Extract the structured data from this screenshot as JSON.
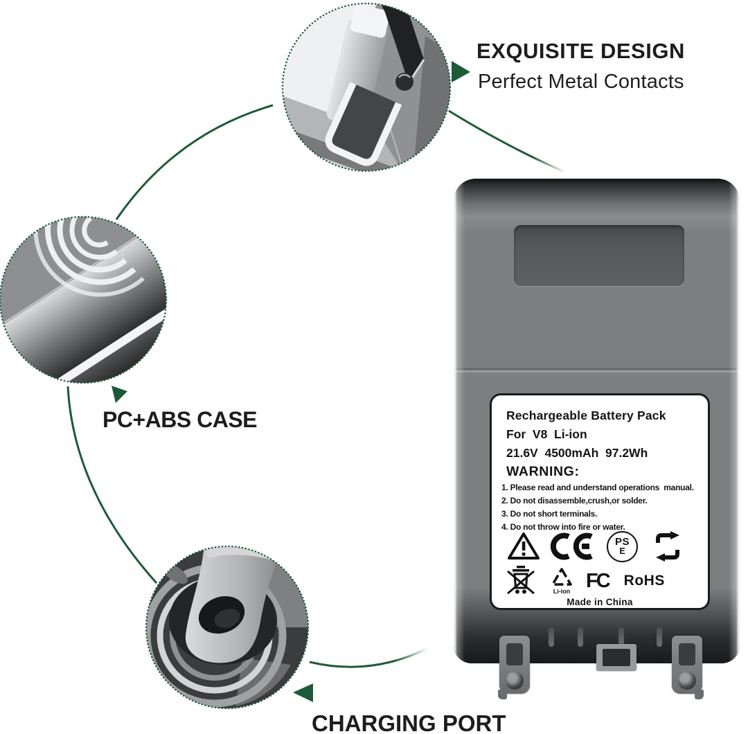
{
  "colors": {
    "accent_green": "#1d5a37",
    "text_dark": "#1d1d1d",
    "battery_gray": "#7c7e80",
    "label_background": "#ffffff",
    "label_border": "#1a1a1a"
  },
  "callouts": {
    "design": {
      "title": "EXQUISITE DESIGN",
      "subtitle": "Perfect Metal Contacts"
    },
    "case": {
      "label": "PC+ABS CASE"
    },
    "charging": {
      "label": "CHARGING PORT"
    }
  },
  "battery_label": {
    "product": "Rechargeable Battery Pack",
    "compat": "For  V8  Li-ion",
    "specs": "21.6V  4500mAh  97.2Wh",
    "warning_title": "WARNING:",
    "warnings": [
      "1. Please read and understand operations  manual.",
      "2. Do not disassemble,crush,or solder.",
      "3. Do not short terminals.",
      "4. Do not throw into fire or water.",
      ""
    ],
    "pse_top": "PS",
    "pse_bottom": "E",
    "fcc": "FC",
    "rohs": "RoHS",
    "li_ion": "Li-ion",
    "made_in": "Made in China",
    "cert_icons_row1": [
      "warning-triangle-icon",
      "ce-mark-icon",
      "pse-mark-icon",
      "recycle-square-icon"
    ],
    "cert_icons_row2": [
      "weee-bin-icon",
      "li-ion-recycle-icon",
      "fcc-mark-icon",
      "rohs-label"
    ]
  }
}
